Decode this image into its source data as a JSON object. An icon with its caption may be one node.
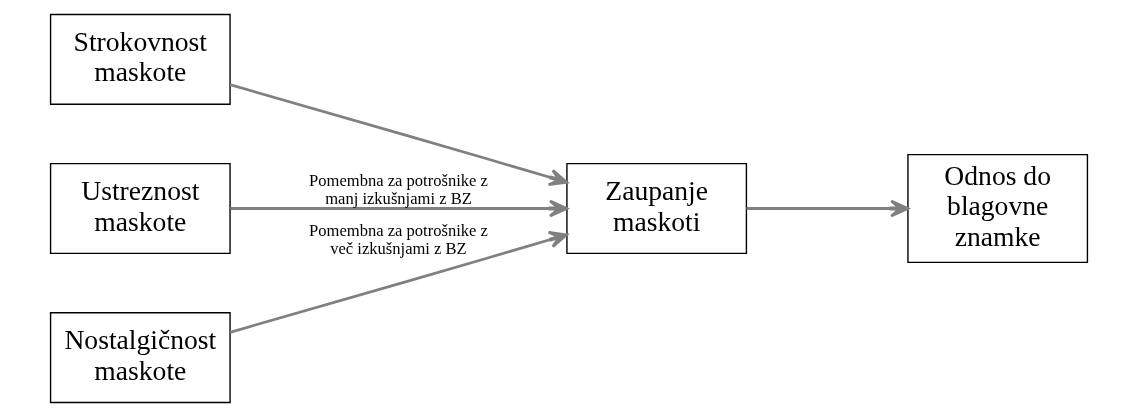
{
  "diagram": {
    "nodes": [
      {
        "text": [
          "Strokovnost maskote"
        ]
      },
      {
        "text": [
          "Ustreznost maskote"
        ]
      },
      {
        "text": [
          "Nostalgičnost maskote"
        ]
      },
      {
        "text": [
          "Zaupanje maskoti"
        ]
      },
      {
        "text": [
          "Odnos do blagovne znamke"
        ]
      }
    ],
    "edges": [
      {
        "from": 0,
        "to": 3,
        "arrow": "to"
      },
      {
        "from": 1,
        "to": 3,
        "arrow": "to",
        "label": "Pomembna za potrošnike z manj izkušnjami z BZ"
      },
      {
        "from": 2,
        "to": 3,
        "arrow": "to",
        "label": "Pomembna za potrošnike z več izkušnjami z BZ"
      },
      {
        "from": 3,
        "to": 4,
        "arrow": "to"
      }
    ]
  }
}
